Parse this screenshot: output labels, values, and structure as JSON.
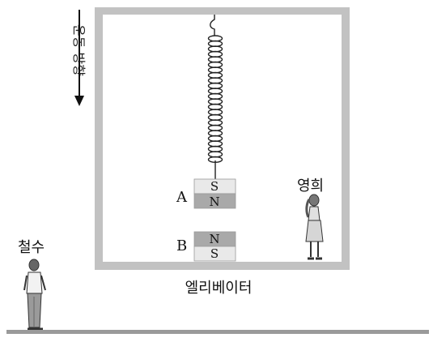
{
  "motion_direction_label": "운동 방향",
  "elevator_label": "엘리베이터",
  "person_left_label": "철수",
  "person_right_label": "영희",
  "magnet_a": {
    "name": "A",
    "top_pole": "S",
    "bottom_pole": "N"
  },
  "magnet_b": {
    "name": "B",
    "top_pole": "N",
    "bottom_pole": "S"
  }
}
